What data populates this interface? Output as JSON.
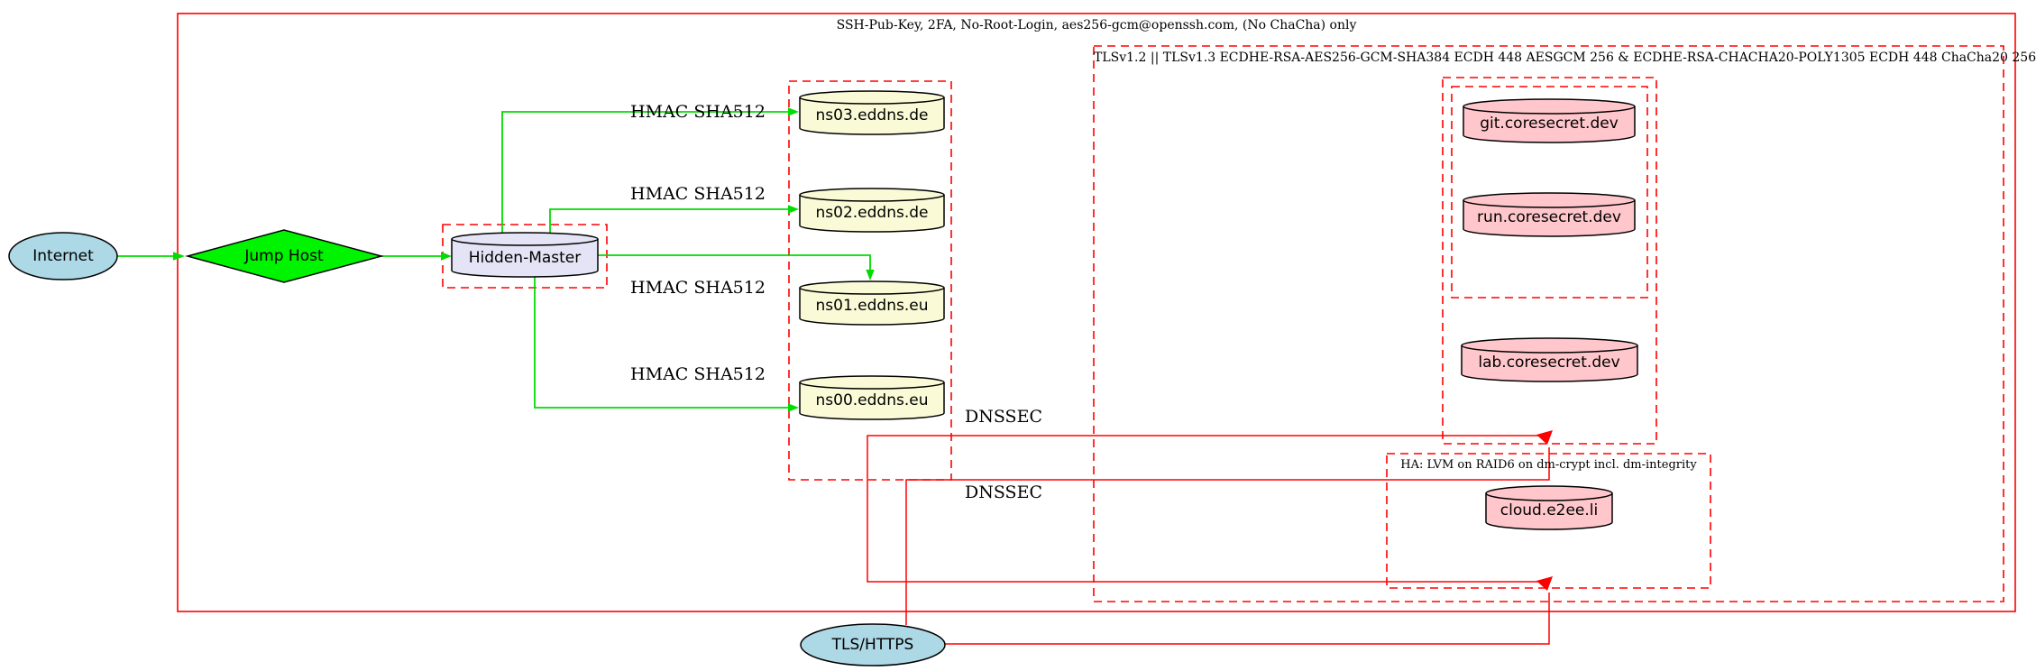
{
  "diagram": {
    "clusters": {
      "ssh": {
        "label": "SSH-Pub-Key, 2FA, No-Root-Login, aes256-gcm@openssh.com, (No ChaCha) only"
      },
      "tls": {
        "label": "TLSv1.2 || TLSv1.3 ECDHE-RSA-AES256-GCM-SHA384 ECDH 448 AESGCM 256 & ECDHE-RSA-CHACHA20-POLY1305 ECDH 448 ChaCha20 256"
      },
      "ha": {
        "label": "HA: LVM on RAID6 on dm-crypt incl. dm-integrity"
      }
    },
    "nodes": {
      "internet": {
        "label": "Internet"
      },
      "jump_host": {
        "label": "Jump Host"
      },
      "hidden_master": {
        "label": "Hidden-Master"
      },
      "ns03": {
        "label": "ns03.eddns.de"
      },
      "ns02": {
        "label": "ns02.eddns.de"
      },
      "ns01": {
        "label": "ns01.eddns.eu"
      },
      "ns00": {
        "label": "ns00.eddns.eu"
      },
      "git": {
        "label": "git.coresecret.dev"
      },
      "run": {
        "label": "run.coresecret.dev"
      },
      "lab": {
        "label": "lab.coresecret.dev"
      },
      "cloud": {
        "label": "cloud.e2ee.li"
      },
      "tls_https": {
        "label": "TLS/HTTPS"
      }
    },
    "edge_labels": {
      "hmac_ns03": {
        "label": "HMAC SHA512"
      },
      "hmac_ns02": {
        "label": "HMAC SHA512"
      },
      "hmac_ns01": {
        "label": "HMAC SHA512"
      },
      "hmac_ns00": {
        "label": "HMAC SHA512"
      },
      "dnssec_a": {
        "label": "DNSSEC"
      },
      "dnssec_b": {
        "label": "DNSSEC"
      }
    },
    "colors": {
      "cluster_border": "#ff0000",
      "secure_edge_green": "#00dc00",
      "tls_edge_red": "#ff0000",
      "internet_fill": "#add8e6",
      "jump_host_fill": "#00f400",
      "hidden_master_fill": "#e4e4f6",
      "ns_fill": "#fafad7",
      "server_fill": "#ffc6cb",
      "node_border": "#000000"
    }
  }
}
